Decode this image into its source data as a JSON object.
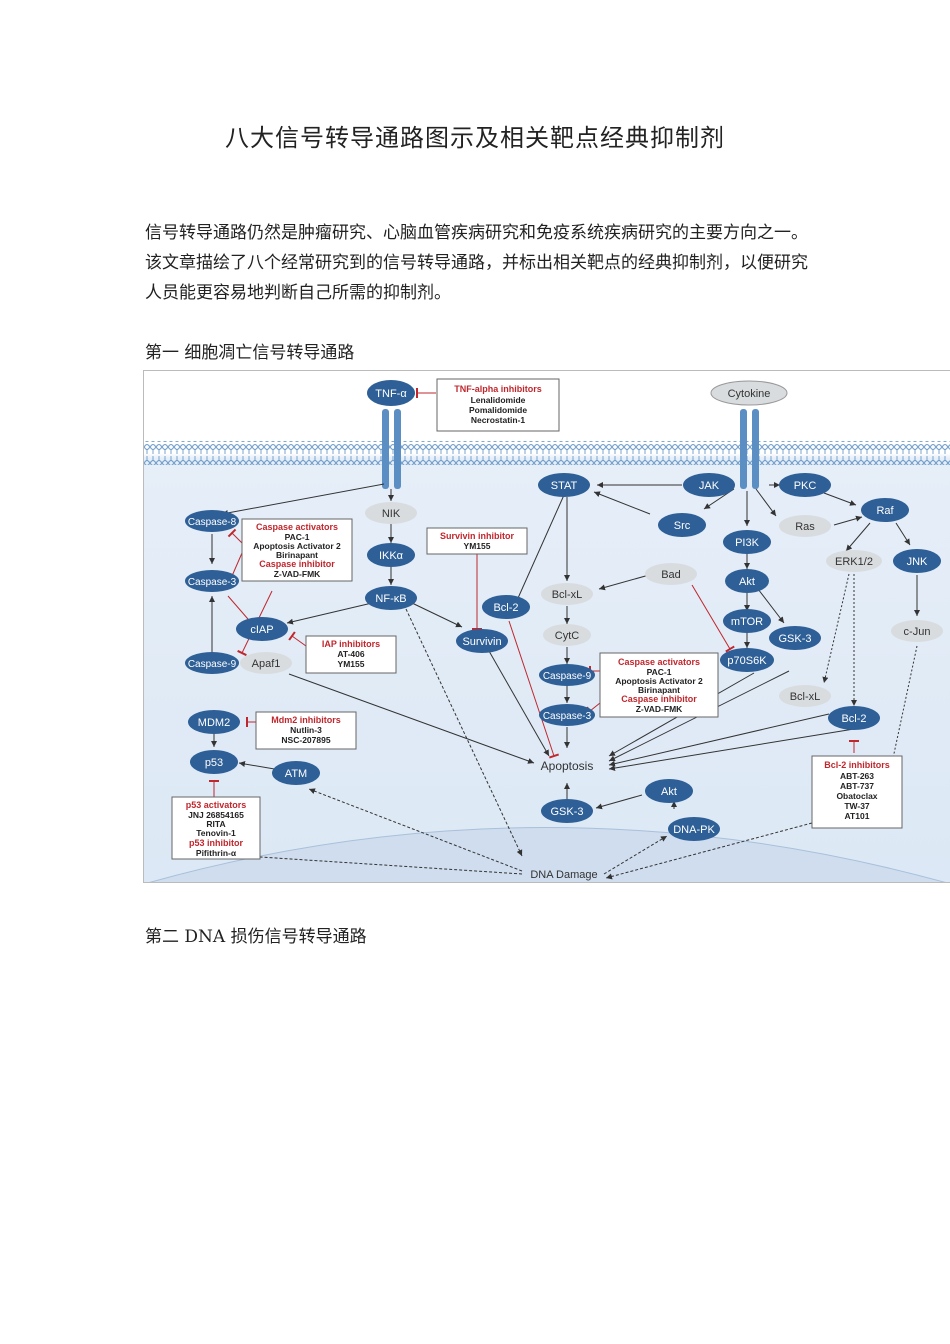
{
  "document": {
    "title": "八大信号转导通路图示及相关靶点经典抑制剂",
    "intro": "信号转导通路仍然是肿瘤研究、心脑血管疾病研究和免疫系统疾病研究的主要方向之一。该文章描绘了八个经常研究到的信号转导通路，并标出相关靶点的经典抑制剂，以便研究人员能更容易地判断自己所需的抑制剂。",
    "section1": "第一  细胞凋亡信号转导通路",
    "section2": "第二  DNA 损伤信号转导通路"
  },
  "figure": {
    "colors": {
      "node": "#2e5f96",
      "node_gray": "#d9dcdf",
      "inhibit": "#c0272d",
      "membrane": "#5b8fc3",
      "box_title": "#c0272d"
    },
    "nodes": {
      "tnf": "TNF-α",
      "cytokine": "Cytokine",
      "nik": "NIK",
      "ikka": "IKKα",
      "nfkb": "NF-κB",
      "stat": "STAT",
      "jak": "JAK",
      "pkc": "PKC",
      "src": "Src",
      "ras": "Ras",
      "raf": "Raf",
      "pi3k": "PI3K",
      "akt": "Akt",
      "mtor": "mTOR",
      "gsk3_right": "GSK-3",
      "p70s6k": "p70S6K",
      "erk": "ERK1/2",
      "jnk": "JNK",
      "cjun": "c-Jun",
      "bclxl_right": "Bcl-xL",
      "bcl2_right": "Bcl-2",
      "bad": "Bad",
      "bclxl_mid": "Bcl-xL",
      "cytc": "CytC",
      "casp9_mid": "Caspase-9",
      "casp3_mid": "Caspase-3",
      "bcl2_mid": "Bcl-2",
      "survivin": "Survivin",
      "apoptosis": "Apoptosis",
      "casp8": "Caspase-8",
      "casp3_left": "Caspase-3",
      "casp9_left": "Caspase-9",
      "apaf1": "Apaf1",
      "ciap": "cIAP",
      "mdm2": "MDM2",
      "p53": "p53",
      "atm": "ATM",
      "gsk3_bottom": "GSK-3",
      "akt_bottom": "Akt",
      "dnapk": "DNA-PK",
      "dna_damage": "DNA Damage"
    },
    "boxes": {
      "tnf_inhib": {
        "title": "TNF-alpha inhibitors",
        "items": [
          "Lenalidomide",
          "Pomalidomide",
          "Necrostatin-1"
        ]
      },
      "casp_left": {
        "title": "Caspase activators",
        "items": [
          "PAC-1",
          "Apoptosis Activator 2",
          "Birinapant"
        ],
        "title2": "Caspase inhibitor",
        "items2": [
          "Z-VAD-FMK"
        ]
      },
      "survivin_inhib": {
        "title": "Survivin inhibitor",
        "items": [
          "YM155"
        ]
      },
      "iap_inhib": {
        "title": "IAP inhibitors",
        "items": [
          "AT-406",
          "YM155"
        ]
      },
      "casp_mid": {
        "title": "Caspase activators",
        "items": [
          "PAC-1",
          "Apoptosis Activator 2",
          "Birinapant"
        ],
        "title2": "Caspase inhibitor",
        "items2": [
          "Z-VAD-FMK"
        ]
      },
      "mdm2_inhib": {
        "title": "Mdm2 inhibitors",
        "items": [
          "Nutlin-3",
          "NSC-207895"
        ]
      },
      "p53_box": {
        "title": "p53 activators",
        "items": [
          "JNJ 26854165",
          "RITA",
          "Tenovin-1"
        ],
        "title2": "p53 inhibitor",
        "items2": [
          "Pifithrin-α"
        ]
      },
      "bcl2_inhib": {
        "title": "Bcl-2 inhibitors",
        "items": [
          "ABT-263",
          "ABT-737",
          "Obatoclax",
          "TW-37",
          "AT101"
        ]
      }
    }
  }
}
